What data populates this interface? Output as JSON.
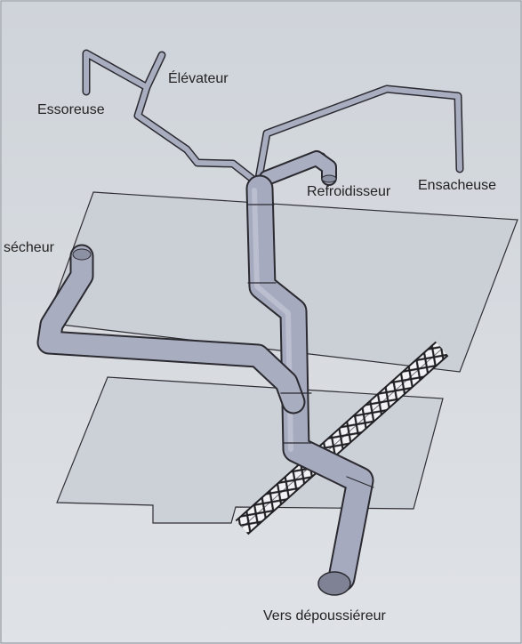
{
  "diagram": {
    "labels": {
      "essoreuse": "Essoreuse",
      "elevateur": "Élévateur",
      "refroidisseur": "Refroidisseur",
      "ensacheuse": "Ensacheuse",
      "secheur": "sécheur",
      "depoussiereur": "Vers dépoussiéreur"
    },
    "colors": {
      "background": "#d4d8de",
      "plate": "#c7ccd3",
      "pipe": "#a9adc0",
      "pipe_edge": "#2a2a30",
      "screw": "#e8e8ec"
    }
  }
}
